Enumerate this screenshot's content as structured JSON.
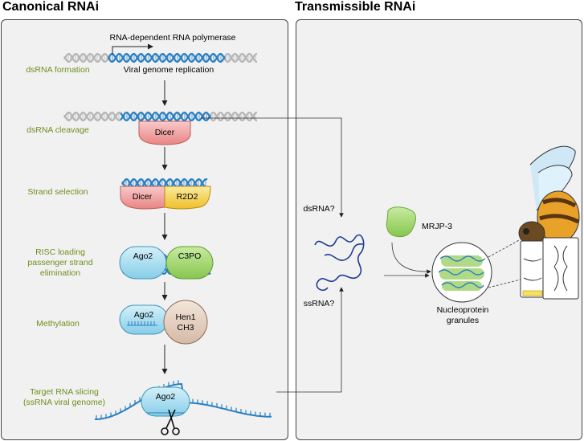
{
  "headings": {
    "left": "Canonical RNAi",
    "right": "Transmissible RNAi"
  },
  "steps": [
    "dsRNA formation",
    "dsRNA cleavage",
    "Strand selection",
    "RISC loading\npassenger strand\nelimination",
    "Methylation",
    "Target RNA slicing\n(ssRNA viral genome)"
  ],
  "labels": {
    "polymerase": "RNA-dependent RNA polymerase",
    "replication": "Viral genome replication",
    "dicer1": "Dicer",
    "dicer2": "Dicer",
    "r2d2": "R2D2",
    "ago2_a": "Ago2",
    "c3po": "C3PO",
    "ago2_b": "Ago2",
    "hen1": "Hen1\nCH3",
    "ago2_c": "Ago2",
    "dsrna_q": "dsRNA?",
    "ssrna_q": "ssRNA?",
    "mrjp3": "MRJP-3",
    "granules": "Nucleoprotein\ngranules"
  },
  "colors": {
    "step_text": "#6d8f1d",
    "dsrna_blue": "#2a7fc1",
    "dicer_red": "#f2a3a3",
    "r2d2_yellow": "#f5d24a",
    "ago2_cyan": "#a9dcef",
    "c3po_green": "#a8d672",
    "hen1_tan": "#e8d3c4",
    "mrjp3_green": "#a8d67a"
  }
}
